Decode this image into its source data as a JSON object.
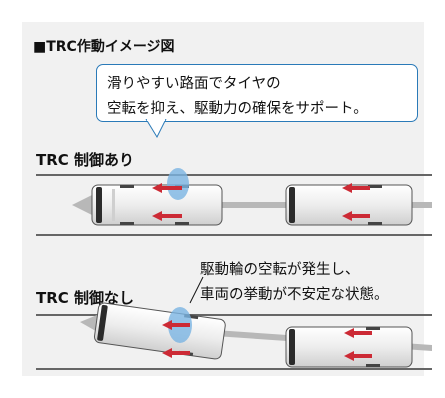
{
  "figure": {
    "title": "■TRC作動イメージ図",
    "callout_line1": "滑りやすい路面でタイヤの",
    "callout_line2": "空転を抑え、駆動力の確保をサポート。",
    "label_with_trc": "TRC 制御あり",
    "label_without_trc": "TRC 制御なし",
    "note_line1": "駆動輪の空転が発生し、",
    "note_line2": "車両の挙動が不安定な状態。"
  },
  "colors": {
    "panel": "#f1f1f1",
    "road_line": "#666666",
    "motion_arrow": "#b8b8b8",
    "force_arrow": "#cc2a35",
    "callout_border": "#2a7ab8",
    "slip_blob": "#7ab4e2"
  }
}
